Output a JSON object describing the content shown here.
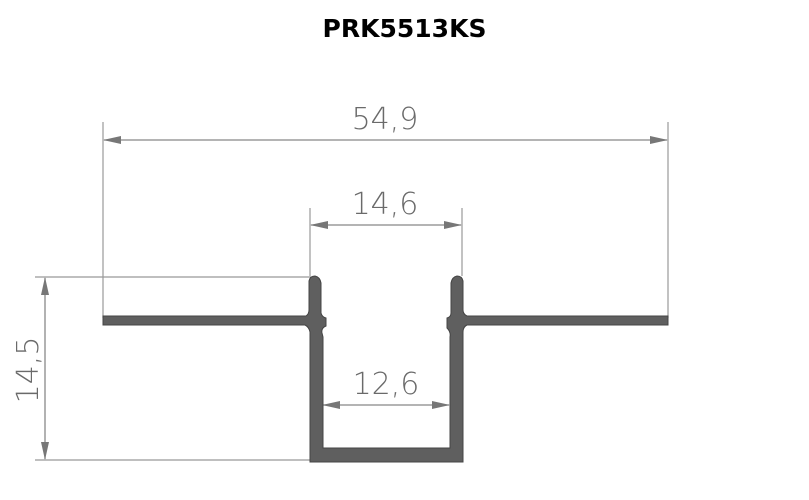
{
  "title": "PRK5513KS",
  "dimensions": {
    "total_width": "54,9",
    "outer_channel_width": "14,6",
    "inner_channel_width": "12,6",
    "height": "14,5"
  },
  "colors": {
    "profile": "#5f5f5f",
    "dimension_lines": "#8a8a8a"
  }
}
